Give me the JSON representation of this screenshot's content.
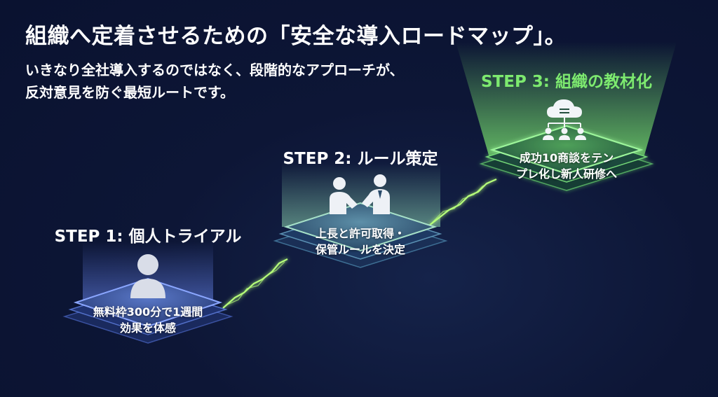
{
  "header": {
    "title": "組織へ定着させるための「安全な導入ロードマップ」。",
    "subtitle_line1": "いきなり全社導入するのではなく、段階的なアプローチが、",
    "subtitle_line2": "反対意見を防ぐ最短ルートです。"
  },
  "steps": [
    {
      "title": "STEP 1: 個人トライアル",
      "desc_line1": "無料枠300分で1週間",
      "desc_line2": "効果を体感",
      "icon": "person-icon",
      "accent": "#9fb4ff"
    },
    {
      "title": "STEP 2: ルール策定",
      "desc_line1": "上長と許可取得・",
      "desc_line2": "保管ルールを決定",
      "icon": "handshake-icon",
      "accent": "#a8e6a0"
    },
    {
      "title": "STEP 3: 組織の教材化",
      "desc_line1": "成功10商談をテン",
      "desc_line2": "プレ化し新人研修へ",
      "icon": "cloud-network-icon",
      "accent": "#7dea6f"
    }
  ],
  "colors": {
    "background": "#0d1636",
    "highlight": "#7dea6f",
    "connector": "#b6ff7a"
  }
}
